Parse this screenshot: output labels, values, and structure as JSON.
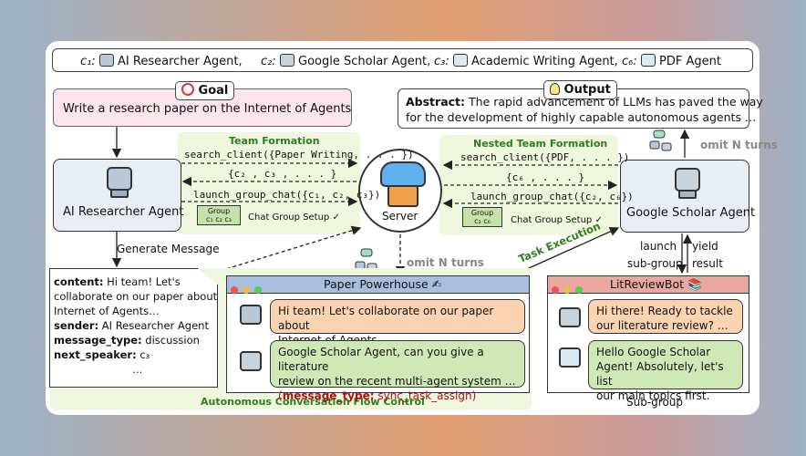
{
  "legend": [
    {
      "sym": "c₁:",
      "label": "AI Researcher Agent,"
    },
    {
      "sym": "c₂:",
      "label": "Google Scholar Agent,"
    },
    {
      "sym": "c₃:",
      "label": "Academic Writing Agent,"
    },
    {
      "sym": "c₆:",
      "label": "PDF Agent"
    }
  ],
  "goal": {
    "tag": "Goal",
    "text": "Write a research paper on the Internet of Agents"
  },
  "output": {
    "tag": "Output",
    "line1_bold": "Abstract:",
    "line1": " The rapid advancement of LLMs has paved the way",
    "line2": "for the development of highly capable autonomous agents …"
  },
  "left_agent": {
    "name": "AI Researcher Agent"
  },
  "right_agent": {
    "name": "Google Scholar Agent"
  },
  "server": {
    "name": "Server"
  },
  "team_formation": {
    "title": "Team Formation",
    "call1": "search_client({Paper Writing, . . . })",
    "call2": "{c₂   , c₃   , . . . }",
    "call3": "launch_group_chat({c₁, c₂, c₃})",
    "group_title": "Group",
    "group_members": "c₁ c₂ c₃",
    "setup": "Chat Group Setup ✓"
  },
  "nested_team": {
    "title": "Nested Team Formation",
    "call1": "search_client({PDF, . . . })",
    "call2": "{c₆   , . . . }",
    "call3": "launch_group_chat({c₂, c₆})",
    "group_title": "Group",
    "group_members": "c₂ c₆",
    "setup": "Chat Group Setup ✓"
  },
  "labels": {
    "generate_message": "Generate Message",
    "omit_turns_top": "omit N turns",
    "omit_turns_mid": "omit N turns",
    "task_execution": "Task Execution",
    "launch_subgroup": "launch\nsub-group",
    "launch": "launch",
    "subgroup": "sub-group",
    "yield": "yield",
    "result": "result",
    "flow_control": "Autonomous Conversation Flow Control",
    "subgroup_caption": "Sub-group"
  },
  "message": {
    "content_key": "content:",
    "content_l1": " Hi team! Let's",
    "content_l2": "collaborate on our paper about",
    "content_l3": "Internet of Agents…",
    "sender_key": "sender:",
    "sender_val": " AI Researcher Agent",
    "type_key": "message_type:",
    "type_val": " discussion",
    "next_key": "next_speaker:",
    "next_val": " c₃",
    "ellipsis": "…"
  },
  "paper_chat": {
    "title": "Paper Powerhouse ✍",
    "msg1_l1": "Hi team! Let's collaborate on our paper about",
    "msg1_l2": "Internet of Agents…",
    "msg2_l1": "Google Scholar Agent, can you give a literature",
    "msg2_l2": "review on the recent multi-agent system …",
    "msg2_tag_open": "(",
    "msg2_tag_key": "message_type:",
    "msg2_tag_val": " sync_task_assign",
    "msg2_tag_close": ")"
  },
  "lit_chat": {
    "title": "LitReviewBot 📚",
    "msg1_l1": "Hi there! Ready to tackle",
    "msg1_l2": "our literature review? …",
    "msg2_l1": "Hello Google Scholar",
    "msg2_l2": "Agent! Absolutely, let's list",
    "msg2_l3": "our main topics first."
  },
  "colors": {
    "goal_bg": "#fbe4ea",
    "agent_bg": "#e9eef5",
    "team_bg": "#eef6dd",
    "chat_header": "#a7bfdc",
    "lit_header": "#e8a8a0",
    "bubble_orange": "#fbd3b0",
    "bubble_green": "#cfe8b6",
    "flow_green": "#2f7d1e"
  }
}
